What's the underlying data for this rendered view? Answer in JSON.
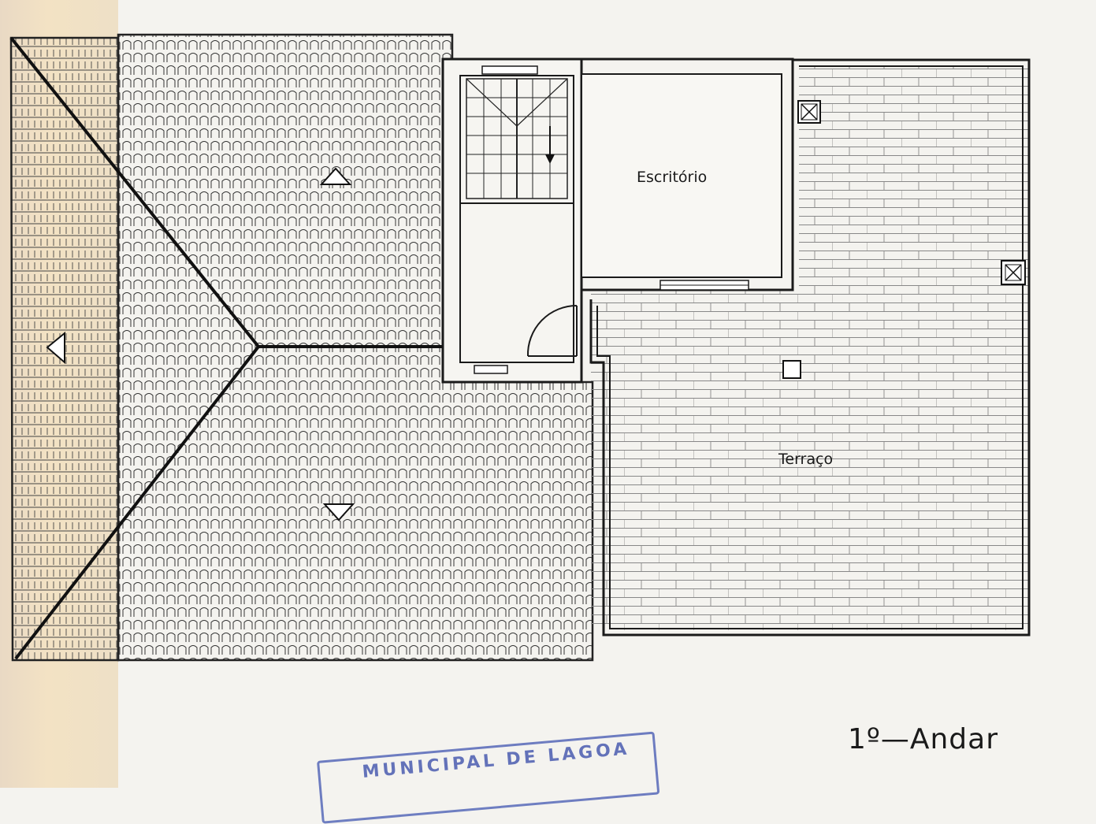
{
  "rooms": {
    "office": "Escritório",
    "terrace": "Terraço"
  },
  "floor_title": "1º—Andar",
  "stamp_text": "MUNICIPAL DE LAGOA",
  "colors": {
    "ink": "#1a1a1a",
    "paper": "#f4f3ef",
    "stamp": "#4a5cb0"
  }
}
